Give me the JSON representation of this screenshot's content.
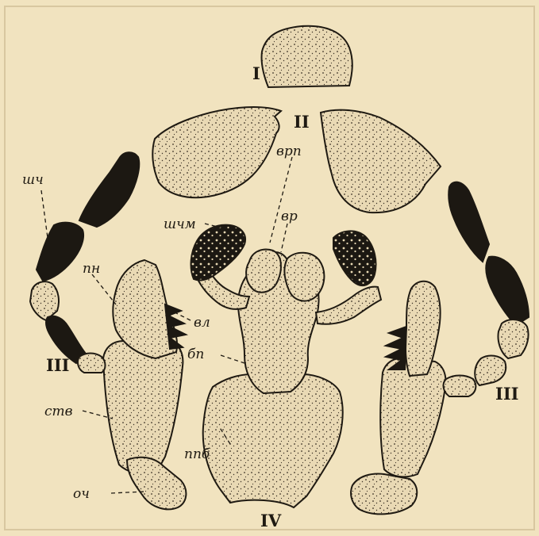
{
  "plate": {
    "paper_color": "#f1e3bf",
    "ink_color": "#1f1a12",
    "part_color": "#e9d9b4",
    "roman_labels": {
      "one": "I",
      "two": "II",
      "three_left": "III",
      "three_right": "III",
      "four": "IV"
    },
    "abbreviations": {
      "shch": "шч",
      "shchm": "шчм",
      "pn": "пн",
      "vl": "вл",
      "bp": "бп",
      "stv": "ств",
      "ppb": "ппб",
      "och": "оч",
      "vr": "вр",
      "vrp": "врп"
    }
  }
}
